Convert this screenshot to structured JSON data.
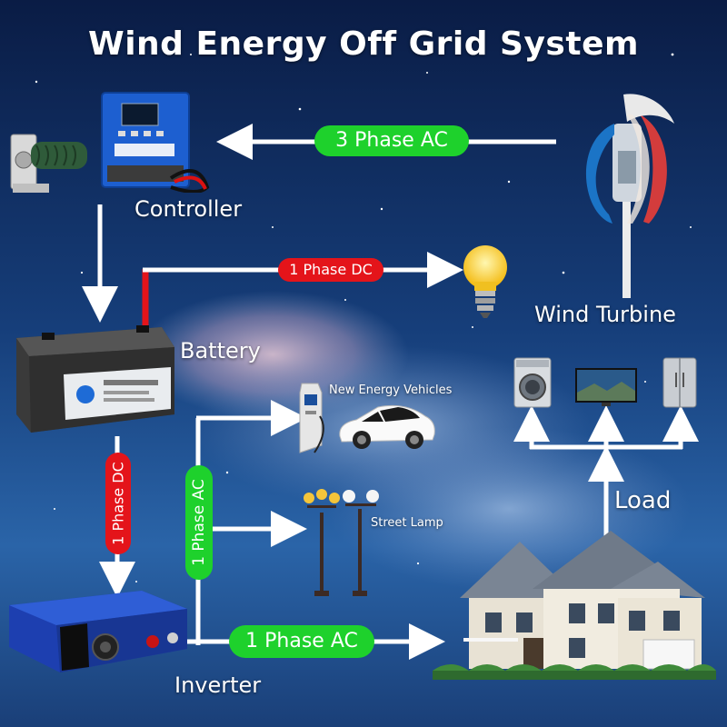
{
  "title": "Wind Energy Off Grid System",
  "nodes": {
    "controller": "Controller",
    "wind_turbine": "Wind Turbine",
    "battery": "Battery",
    "inverter": "Inverter",
    "load": "Load",
    "new_energy_vehicles": "New Energy Vehicles",
    "street_lamp": "Street Lamp"
  },
  "connections": {
    "turbine_to_controller": "3 Phase AC",
    "battery_to_bulb": "1 Phase DC",
    "battery_to_inverter": "1 Phase DC",
    "inverter_branch": "1 Phase AC",
    "inverter_to_house": "1 Phase AC"
  },
  "colors": {
    "ac_green": "#1ed12c",
    "dc_red": "#e4141a",
    "wire_white": "#ffffff",
    "sky_dark": "#0b1f4a",
    "sky_mid": "#1d4f8f"
  },
  "icons": {
    "controller": "charge-controller-icon",
    "resistor": "dump-load-resistor-icon",
    "turbine": "vertical-wind-turbine-icon",
    "bulb": "light-bulb-icon",
    "battery": "battery-icon",
    "charger": "ev-charger-icon",
    "car": "electric-car-icon",
    "lamp": "street-lamp-icon",
    "inverter": "inverter-icon",
    "house": "house-icon",
    "washer": "washing-machine-icon",
    "tv": "tv-icon",
    "fridge": "refrigerator-icon"
  }
}
